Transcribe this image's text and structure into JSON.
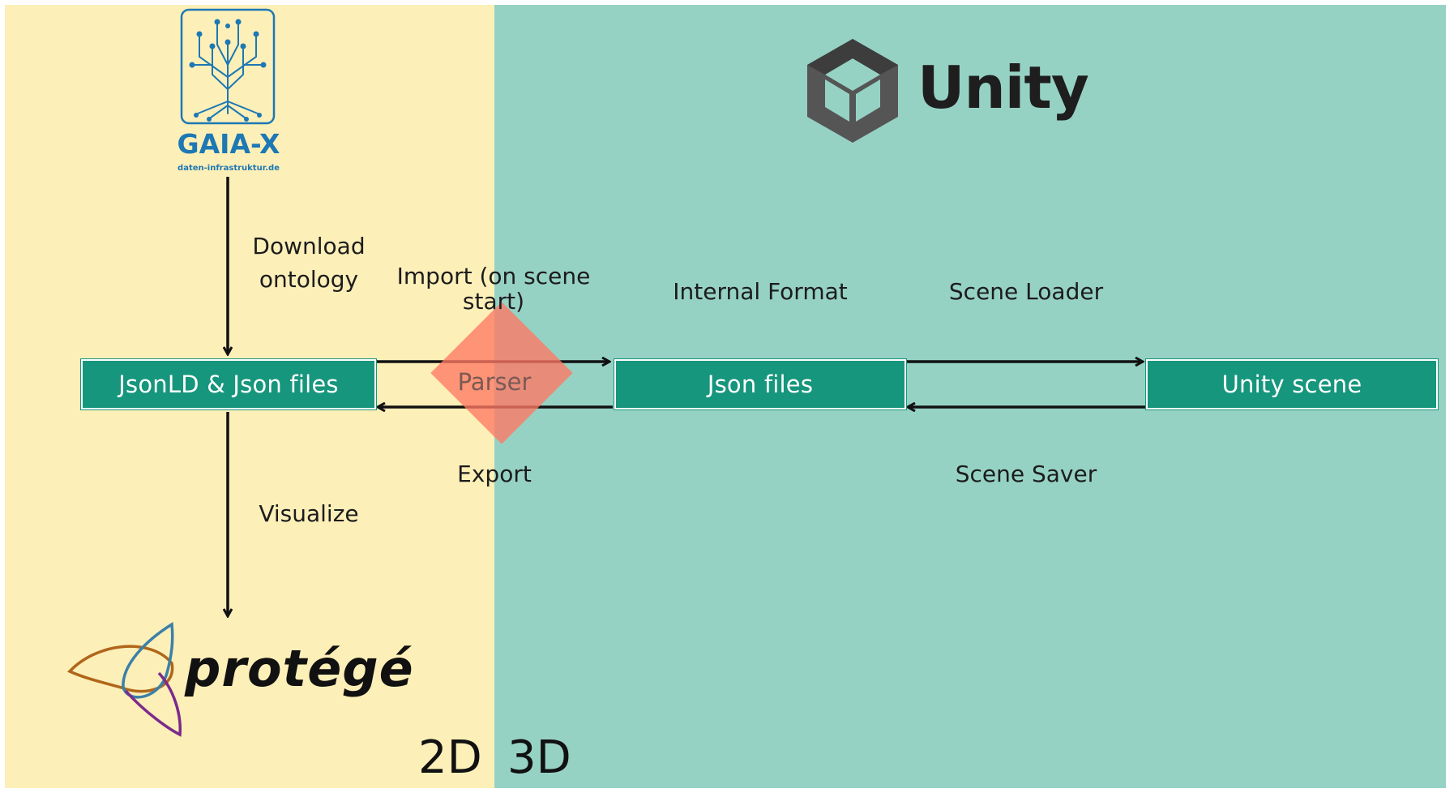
{
  "regions": {
    "left": "2D",
    "right": "3D"
  },
  "logos": {
    "gaia": {
      "name": "GAIA-X",
      "subtitle": "daten-infrastruktur.de",
      "color": "#1d78b4"
    },
    "unity": {
      "name": "Unity"
    },
    "protege": {
      "name": "protégé"
    }
  },
  "nodes": {
    "jsonld": "JsonLD & Json files",
    "parser": "Parser",
    "json": "Json files",
    "unity_scene": "Unity scene"
  },
  "edges": {
    "download": "Download\nontology",
    "import": "Import (on scene\nstart)",
    "export": "Export",
    "internal_format": "Internal Format",
    "scene_loader": "Scene Loader",
    "scene_saver": "Scene Saver",
    "visualize": "Visualize"
  },
  "colors": {
    "panel_2d": "#fdefb8",
    "panel_3d": "#96d2c4",
    "node": "#16967c",
    "parser": "#ff7864"
  }
}
